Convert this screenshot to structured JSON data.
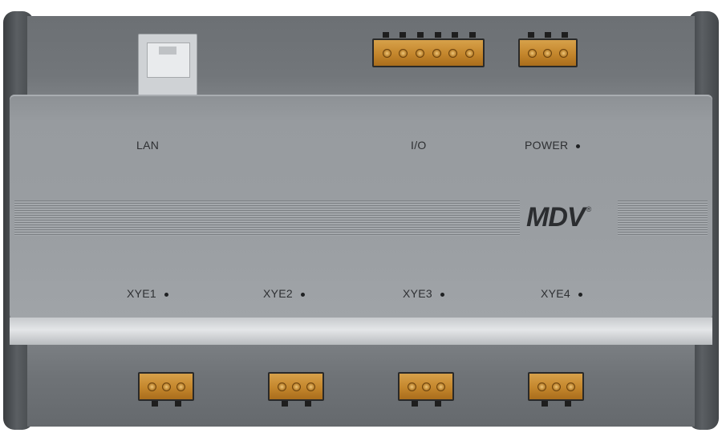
{
  "brand": {
    "logo_text": "MDV",
    "trademark": "®"
  },
  "labels": {
    "lan": "LAN",
    "io": "I/O",
    "power": "POWER",
    "xye1": "XYE1",
    "xye2": "XYE2",
    "xye3": "XYE3",
    "xye4": "XYE4"
  },
  "colors": {
    "housing": "#9a9ea2",
    "terminal": "#c4862c",
    "rail": "#4a4e52"
  }
}
